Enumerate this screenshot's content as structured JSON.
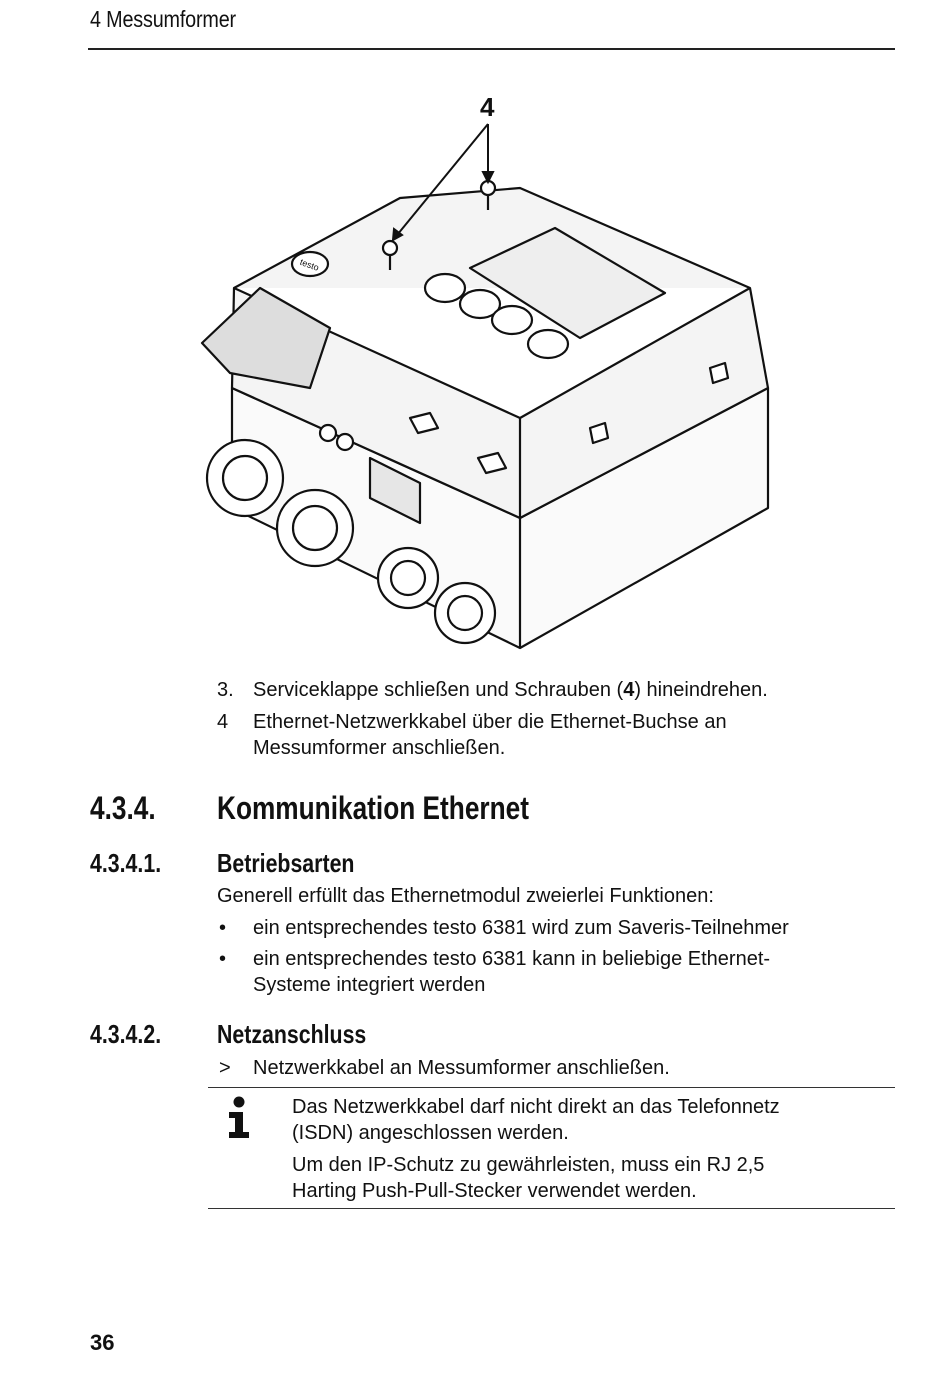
{
  "header": {
    "title": "4 Messumformer"
  },
  "figure": {
    "callout": "4",
    "brand": "testo"
  },
  "steps": [
    {
      "num": "3.",
      "pre": "Serviceklappe schließen und Schrauben (",
      "bold": "4",
      "post": ") hineindrehen."
    },
    {
      "num": "4",
      "line1": "Ethernet-Netzwerkkabel über die Ethernet-Buchse an",
      "line2": "Messumformer anschließen."
    }
  ],
  "section": {
    "num": "4.3.4.",
    "title": "Kommunikation Ethernet"
  },
  "sub1": {
    "num": "4.3.4.1.",
    "title": "Betriebsarten",
    "intro": "Generell erfüllt das Ethernetmodul zweierlei Funktionen:",
    "bullets": [
      {
        "mark": "•",
        "line1": "ein entsprechendes testo 6381 wird zum Saveris-Teilnehmer"
      },
      {
        "mark": "•",
        "line1": "ein entsprechendes testo 6381 kann in beliebige Ethernet-",
        "line2": "Systeme integriert werden"
      }
    ]
  },
  "sub2": {
    "num": "4.3.4.2.",
    "title": "Netzanschluss",
    "action_mark": ">",
    "action": "Netzwerkkabel an Messumformer anschließen.",
    "note": {
      "p1_line1": "Das Netzwerkkabel darf nicht direkt an das Telefonnetz",
      "p1_line2": "(ISDN) angeschlossen werden.",
      "p2_line1": "Um den IP-Schutz zu gewährleisten, muss ein RJ 2,5",
      "p2_line2": "Harting Push-Pull-Stecker verwendet werden."
    }
  },
  "footer": {
    "page": "36"
  }
}
